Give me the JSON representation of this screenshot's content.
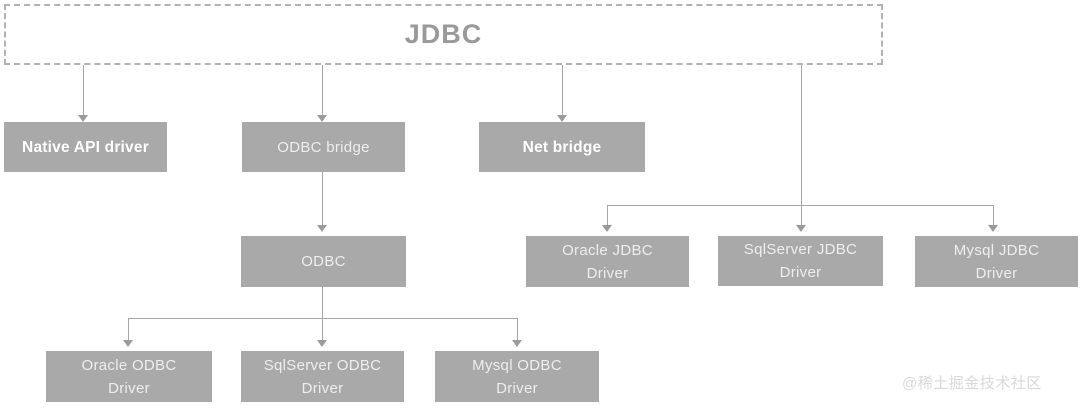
{
  "diagram": {
    "nodes": {
      "jdbc": {
        "label": "JDBC"
      },
      "native_api_driver": {
        "label": "Native API driver"
      },
      "odbc_bridge": {
        "label": "ODBC bridge"
      },
      "net_bridge": {
        "label": "Net bridge"
      },
      "odbc": {
        "label": "ODBC"
      },
      "oracle_jdbc_driver": {
        "line1": "Oracle JDBC",
        "line2": "Driver"
      },
      "sqlserver_jdbc_driver": {
        "line1": "SqlServer JDBC",
        "line2": "Driver"
      },
      "mysql_jdbc_driver": {
        "line1": "Mysql JDBC",
        "line2": "Driver"
      },
      "oracle_odbc_driver": {
        "line1": "Oracle ODBC",
        "line2": "Driver"
      },
      "sqlserver_odbc_driver": {
        "line1": "SqlServer ODBC",
        "line2": "Driver"
      },
      "mysql_odbc_driver": {
        "line1": "Mysql ODBC",
        "line2": "Driver"
      }
    },
    "edges": [
      {
        "from": "jdbc",
        "to": "native_api_driver"
      },
      {
        "from": "jdbc",
        "to": "odbc_bridge"
      },
      {
        "from": "jdbc",
        "to": "net_bridge"
      },
      {
        "from": "jdbc",
        "to": "oracle_jdbc_driver"
      },
      {
        "from": "jdbc",
        "to": "sqlserver_jdbc_driver"
      },
      {
        "from": "jdbc",
        "to": "mysql_jdbc_driver"
      },
      {
        "from": "odbc_bridge",
        "to": "odbc"
      },
      {
        "from": "odbc",
        "to": "oracle_odbc_driver"
      },
      {
        "from": "odbc",
        "to": "sqlserver_odbc_driver"
      },
      {
        "from": "odbc",
        "to": "mysql_odbc_driver"
      }
    ],
    "watermark": "@稀土掘金技术社区",
    "colors": {
      "background": "#ffffff",
      "box_fill": "#a9a9a9",
      "box_text": "#efeeec",
      "bold_text": "#ffffff",
      "jdbc_text": "#9a9a9a",
      "dashed_border": "#b2b2b2",
      "connector_line": "#a6a6a6",
      "watermark_text": "#d9d9d9"
    }
  }
}
